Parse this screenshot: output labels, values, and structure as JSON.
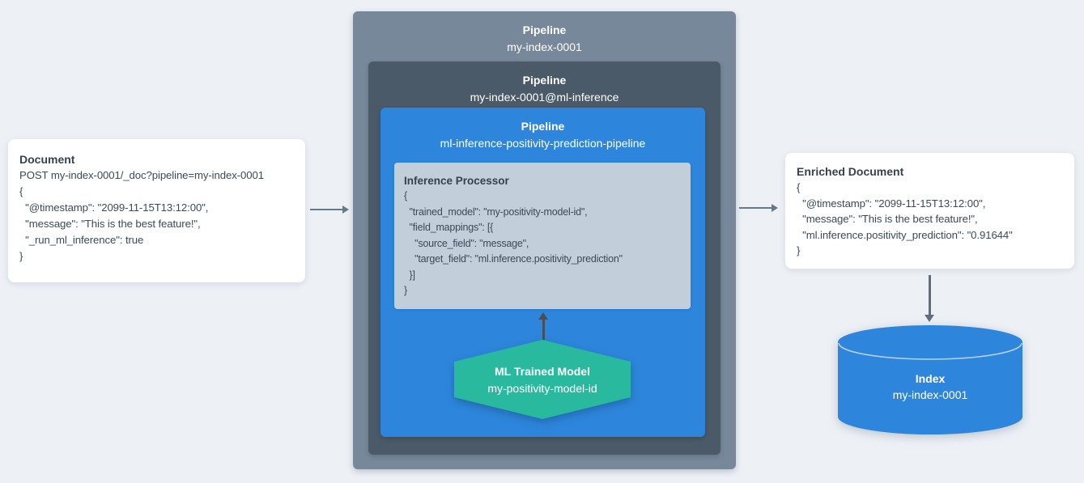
{
  "colors": {
    "background": "#EDF1F6",
    "outer_pipeline_box": "#77889B",
    "ml_inference_pipeline_box": "#4A5A69",
    "prediction_pipeline_box": "#2D86DC",
    "processor_box": "#C2CEDA",
    "ml_model_hexagon": "#29B99E",
    "index_cylinder": "#2D86DC",
    "text_dark": "#3C4A57",
    "arrow_gray": "#64798C",
    "arrow_dark": "#474F58"
  },
  "document_card": {
    "title": "Document",
    "lines": [
      "POST my-index-0001/_doc?pipeline=my-index-0001",
      "{",
      "  \"@timestamp\": \"2099-11-15T13:12:00\",",
      "  \"message\": \"This is the best feature!\",",
      "  \"_run_ml_inference\": true",
      "}"
    ]
  },
  "pipelines": {
    "outer": {
      "label": "Pipeline",
      "name": "my-index-0001"
    },
    "ml_inference": {
      "label": "Pipeline",
      "name": "my-index-0001@ml-inference"
    },
    "prediction": {
      "label": "Pipeline",
      "name": "ml-inference-positivity-prediction-pipeline"
    }
  },
  "inference_processor": {
    "title": "Inference Processor",
    "lines": [
      "{",
      "  \"trained_model\": \"my-positivity-model-id\",",
      "  \"field_mappings\": [{",
      "    \"source_field\": \"message\",",
      "    \"target_field\": \"ml.inference.positivity_prediction\"",
      "  }]",
      "}"
    ]
  },
  "ml_trained_model": {
    "title": "ML Trained Model",
    "name": "my-positivity-model-id"
  },
  "enriched_document_card": {
    "title": "Enriched Document",
    "lines": [
      "{",
      "  \"@timestamp\": \"2099-11-15T13:12:00\",",
      "  \"message\": \"This is the best feature!\",",
      "  \"ml.inference.positivity_prediction\": \"0.91644\"",
      "}"
    ]
  },
  "index": {
    "title": "Index",
    "name": "my-index-0001"
  }
}
